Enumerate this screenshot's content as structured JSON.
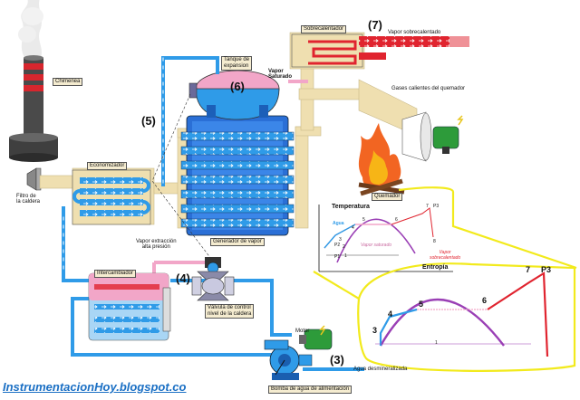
{
  "labels": {
    "chimenea": "Chimenea",
    "economizador": "Economizador",
    "filtro": "Filtro de\nla caldera",
    "tanque": "Tanque de\nexpansion",
    "vapor_saturado": "Vapor\nSaturado",
    "sobrecalentador": "Sobrecalentador",
    "vapor_sobrecalentado": "Vapor sobrecalentado",
    "gases": "Gases calientes del quemador",
    "quemador": "Quemador",
    "generador": "Generador de vapor",
    "vapor_extraccion": "Vapor extracción\nalta presión",
    "intercambiador": "Intercambiador",
    "valvula": "Válvula de control\nnivel de la caldera",
    "motor": "Motor",
    "agua_desmin": "Agua desmineralizada",
    "bomba": "Bomba de agua de alimentación"
  },
  "numbers": {
    "n3": "(3)",
    "n4": "(4)",
    "n5": "(5)",
    "n6": "(6)",
    "n7": "(7)"
  },
  "ts_small": {
    "temperatura": "Temperatura",
    "entropia": "Entropía",
    "agua": "Agua",
    "vapor_saturado": "Vapor saturado",
    "vapor_sobrecalentado": "Vapor\nsobrecalentado",
    "p1": "P1",
    "p2": "P2",
    "p3": "P3",
    "pt1": "1",
    "pt2": "2",
    "pt3": "3",
    "pt4": "4",
    "pt5": "5",
    "pt6": "6",
    "pt7": "7",
    "pt8": "8"
  },
  "ts_big": {
    "pt3": "3",
    "pt4": "4",
    "pt5": "5",
    "pt6": "6",
    "pt7": "7",
    "p3": "P3",
    "pt1": "1"
  },
  "footer": {
    "url": "InstrumentacionHoy.blogspot.co"
  },
  "colors": {
    "water_blue": "#2f9be8",
    "steam_pink": "#f2a6c8",
    "superheat_red": "#e0242f",
    "tube_beige": "#efdfb0",
    "highlight_yellow": "#f2ea1c",
    "curve_purple": "#9a3fb5"
  }
}
